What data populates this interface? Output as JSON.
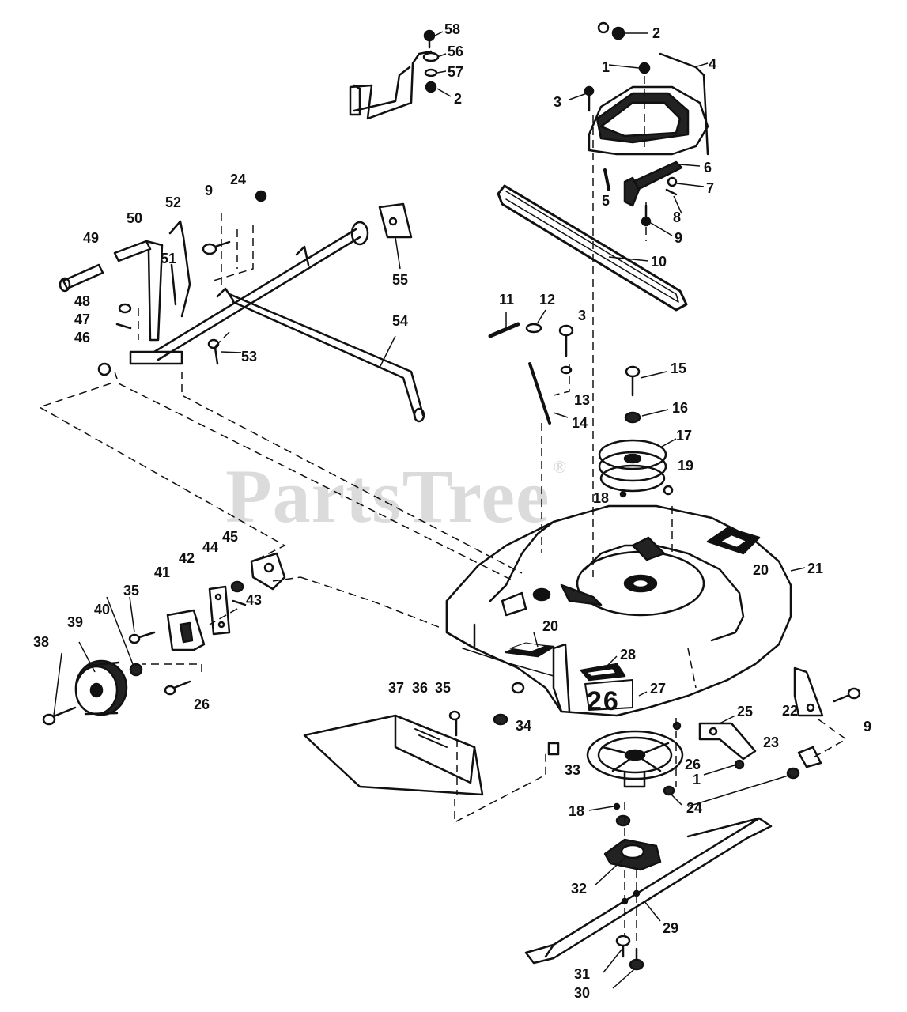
{
  "watermark": {
    "text": "PartsTree",
    "mark": "®"
  },
  "deck_badge": "26",
  "callouts": [
    {
      "id": "c58",
      "text": "58"
    },
    {
      "id": "c56",
      "text": "56"
    },
    {
      "id": "c57",
      "text": "57"
    },
    {
      "id": "c2a",
      "text": "2"
    },
    {
      "id": "c2b",
      "text": "2"
    },
    {
      "id": "c1a",
      "text": "1"
    },
    {
      "id": "c4",
      "text": "4"
    },
    {
      "id": "c3a",
      "text": "3"
    },
    {
      "id": "c6",
      "text": "6"
    },
    {
      "id": "c7",
      "text": "7"
    },
    {
      "id": "c5",
      "text": "5"
    },
    {
      "id": "c8",
      "text": "8"
    },
    {
      "id": "c9a",
      "text": "9"
    },
    {
      "id": "c10",
      "text": "10"
    },
    {
      "id": "c9b",
      "text": "9"
    },
    {
      "id": "c24a",
      "text": "24"
    },
    {
      "id": "c52",
      "text": "52"
    },
    {
      "id": "c50",
      "text": "50"
    },
    {
      "id": "c49",
      "text": "49"
    },
    {
      "id": "c51",
      "text": "51"
    },
    {
      "id": "c55",
      "text": "55"
    },
    {
      "id": "c48",
      "text": "48"
    },
    {
      "id": "c47",
      "text": "47"
    },
    {
      "id": "c46",
      "text": "46"
    },
    {
      "id": "c53",
      "text": "53"
    },
    {
      "id": "c54",
      "text": "54"
    },
    {
      "id": "c11",
      "text": "11"
    },
    {
      "id": "c12",
      "text": "12"
    },
    {
      "id": "c3b",
      "text": "3"
    },
    {
      "id": "c15",
      "text": "15"
    },
    {
      "id": "c13",
      "text": "13"
    },
    {
      "id": "c14",
      "text": "14"
    },
    {
      "id": "c16",
      "text": "16"
    },
    {
      "id": "c17",
      "text": "17"
    },
    {
      "id": "c19",
      "text": "19"
    },
    {
      "id": "c18a",
      "text": "18"
    },
    {
      "id": "c20a",
      "text": "20"
    },
    {
      "id": "c21",
      "text": "21"
    },
    {
      "id": "c45",
      "text": "45"
    },
    {
      "id": "c44",
      "text": "44"
    },
    {
      "id": "c42",
      "text": "42"
    },
    {
      "id": "c41",
      "text": "41"
    },
    {
      "id": "c35a",
      "text": "35"
    },
    {
      "id": "c40",
      "text": "40"
    },
    {
      "id": "c39",
      "text": "39"
    },
    {
      "id": "c38",
      "text": "38"
    },
    {
      "id": "c43",
      "text": "43"
    },
    {
      "id": "c26a",
      "text": "26"
    },
    {
      "id": "c20b",
      "text": "20"
    },
    {
      "id": "c28",
      "text": "28"
    },
    {
      "id": "c37",
      "text": "37"
    },
    {
      "id": "c36",
      "text": "36"
    },
    {
      "id": "c35b",
      "text": "35"
    },
    {
      "id": "c27",
      "text": "27"
    },
    {
      "id": "c34",
      "text": "34"
    },
    {
      "id": "c25",
      "text": "25"
    },
    {
      "id": "c22",
      "text": "22"
    },
    {
      "id": "c9c",
      "text": "9"
    },
    {
      "id": "c23",
      "text": "23"
    },
    {
      "id": "c26b",
      "text": "26"
    },
    {
      "id": "c33",
      "text": "33"
    },
    {
      "id": "c1b",
      "text": "1"
    },
    {
      "id": "c18b",
      "text": "18"
    },
    {
      "id": "c24b",
      "text": "24"
    },
    {
      "id": "c32",
      "text": "32"
    },
    {
      "id": "c29",
      "text": "29"
    },
    {
      "id": "c31",
      "text": "31"
    },
    {
      "id": "c30",
      "text": "30"
    }
  ]
}
